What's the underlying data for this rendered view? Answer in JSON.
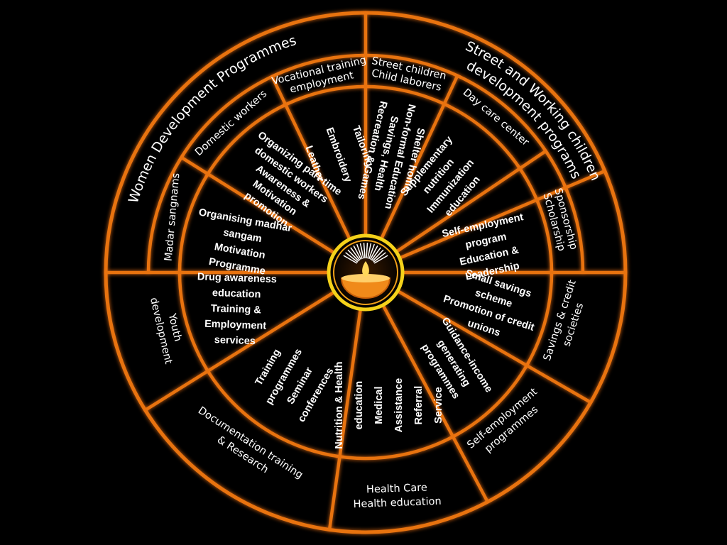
{
  "colors": {
    "ring": "#e8730f",
    "background": "#000000",
    "text": "#ffffff",
    "lamp": "#f08a1a",
    "flame": "#ffd75a"
  },
  "center_icon": "oil-lamp-icon",
  "outer_arcs": [
    {
      "id": "women-development-programmes",
      "lines": [
        "Women Development Programmes"
      ]
    },
    {
      "id": "street-and-working-children",
      "lines": [
        "Street and Working children",
        "development programs"
      ]
    }
  ],
  "segments": [
    {
      "id": "vocational-training",
      "mid": [
        "Vocational training",
        "employment"
      ],
      "inner": [
        "Tailoring",
        "Embroidery",
        "Leather"
      ]
    },
    {
      "id": "street-children",
      "mid": [
        "Street children",
        "Child laborers"
      ],
      "inner": [
        "Shelter home",
        "Non-formal Education",
        "Savings, Health",
        "Recreation & Games"
      ]
    },
    {
      "id": "day-care-center",
      "mid": [
        "Day care center"
      ],
      "inner": [
        "Supplementary",
        "nutrition",
        "Immunization",
        "education"
      ]
    },
    {
      "id": "sponsorship",
      "mid": [
        "Sponsorship",
        "Scholarship"
      ],
      "inner": [
        "Self-employment",
        "program",
        "Education &",
        "Leadership"
      ]
    },
    {
      "id": "savings-credit",
      "mid": [
        "Savings & credit",
        "societies"
      ],
      "inner": [
        "Small savings",
        "scheme",
        "Promotion of credit",
        "unions"
      ]
    },
    {
      "id": "self-employment",
      "mid": [
        "Self-employment",
        "programmes"
      ],
      "inner": [
        "Guidance-income",
        "generating",
        "programmes"
      ]
    },
    {
      "id": "health-care",
      "mid": [
        "Health Care",
        "Health education"
      ],
      "inner": [
        "Nutrition & Health",
        "education",
        "Medical",
        "Assistance",
        "Referral",
        "Service"
      ]
    },
    {
      "id": "documentation",
      "mid": [
        "Documentation training",
        "& Research"
      ],
      "inner": [
        "Training",
        "programmes",
        "Seminar",
        "conferences"
      ]
    },
    {
      "id": "youth-development",
      "mid": [
        "Youth",
        "development"
      ],
      "inner": [
        "Drug awareness",
        "education",
        "Training &",
        "Employment",
        "services"
      ]
    },
    {
      "id": "madar-sangams",
      "mid": [
        "Madar sangnams"
      ],
      "inner": [
        "Organising madhar",
        "sangam",
        "Motivation",
        "Programme"
      ]
    },
    {
      "id": "domestic-workers",
      "mid": [
        "Domestic workers"
      ],
      "inner": [
        "Organizing part-time",
        "domestic workers",
        "Awareness &",
        "Motivation",
        "promotion"
      ]
    }
  ]
}
